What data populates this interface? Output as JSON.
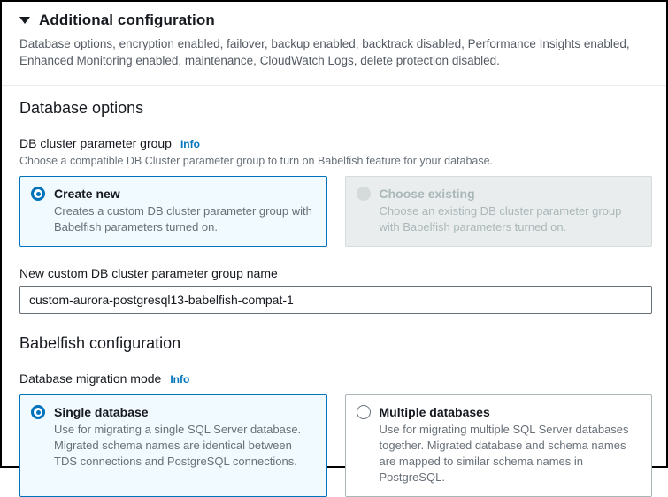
{
  "header": {
    "title": "Additional configuration",
    "description": "Database options, encryption enabled, failover, backup enabled, backtrack disabled, Performance Insights enabled, Enhanced Monitoring enabled, maintenance, CloudWatch Logs, delete protection disabled."
  },
  "database_options": {
    "heading": "Database options",
    "parameter_group": {
      "label": "DB cluster parameter group",
      "info_label": "Info",
      "description": "Choose a compatible DB Cluster parameter group to turn on Babelfish feature for your database.",
      "options": [
        {
          "title": "Create new",
          "description": "Creates a custom DB cluster parameter group with Babelfish parameters turned on.",
          "selected": true,
          "disabled": false
        },
        {
          "title": "Choose existing",
          "description": "Choose an existing DB cluster parameter group with Babelfish parameters turned on.",
          "selected": false,
          "disabled": true
        }
      ]
    },
    "group_name_field": {
      "label": "New custom DB cluster parameter group name",
      "value": "custom-aurora-postgresql13-babelfish-compat-1"
    }
  },
  "babelfish": {
    "heading": "Babelfish configuration",
    "migration_mode": {
      "label": "Database migration mode",
      "info_label": "Info",
      "options": [
        {
          "title": "Single database",
          "description": "Use for migrating a single SQL Server database. Migrated schema names are identical between TDS connections and PostgreSQL connections.",
          "selected": true,
          "disabled": false
        },
        {
          "title": "Multiple databases",
          "description": "Use for migrating multiple SQL Server databases together. Migrated database and schema names are mapped to similar schema names in PostgreSQL.",
          "selected": false,
          "disabled": false
        }
      ]
    }
  },
  "colors": {
    "accent_blue": "#0073bb",
    "selected_tile_bg": "#f1faff",
    "disabled_tile_bg": "#eaeded",
    "text_dark": "#16191f",
    "text_gray": "#687078"
  }
}
